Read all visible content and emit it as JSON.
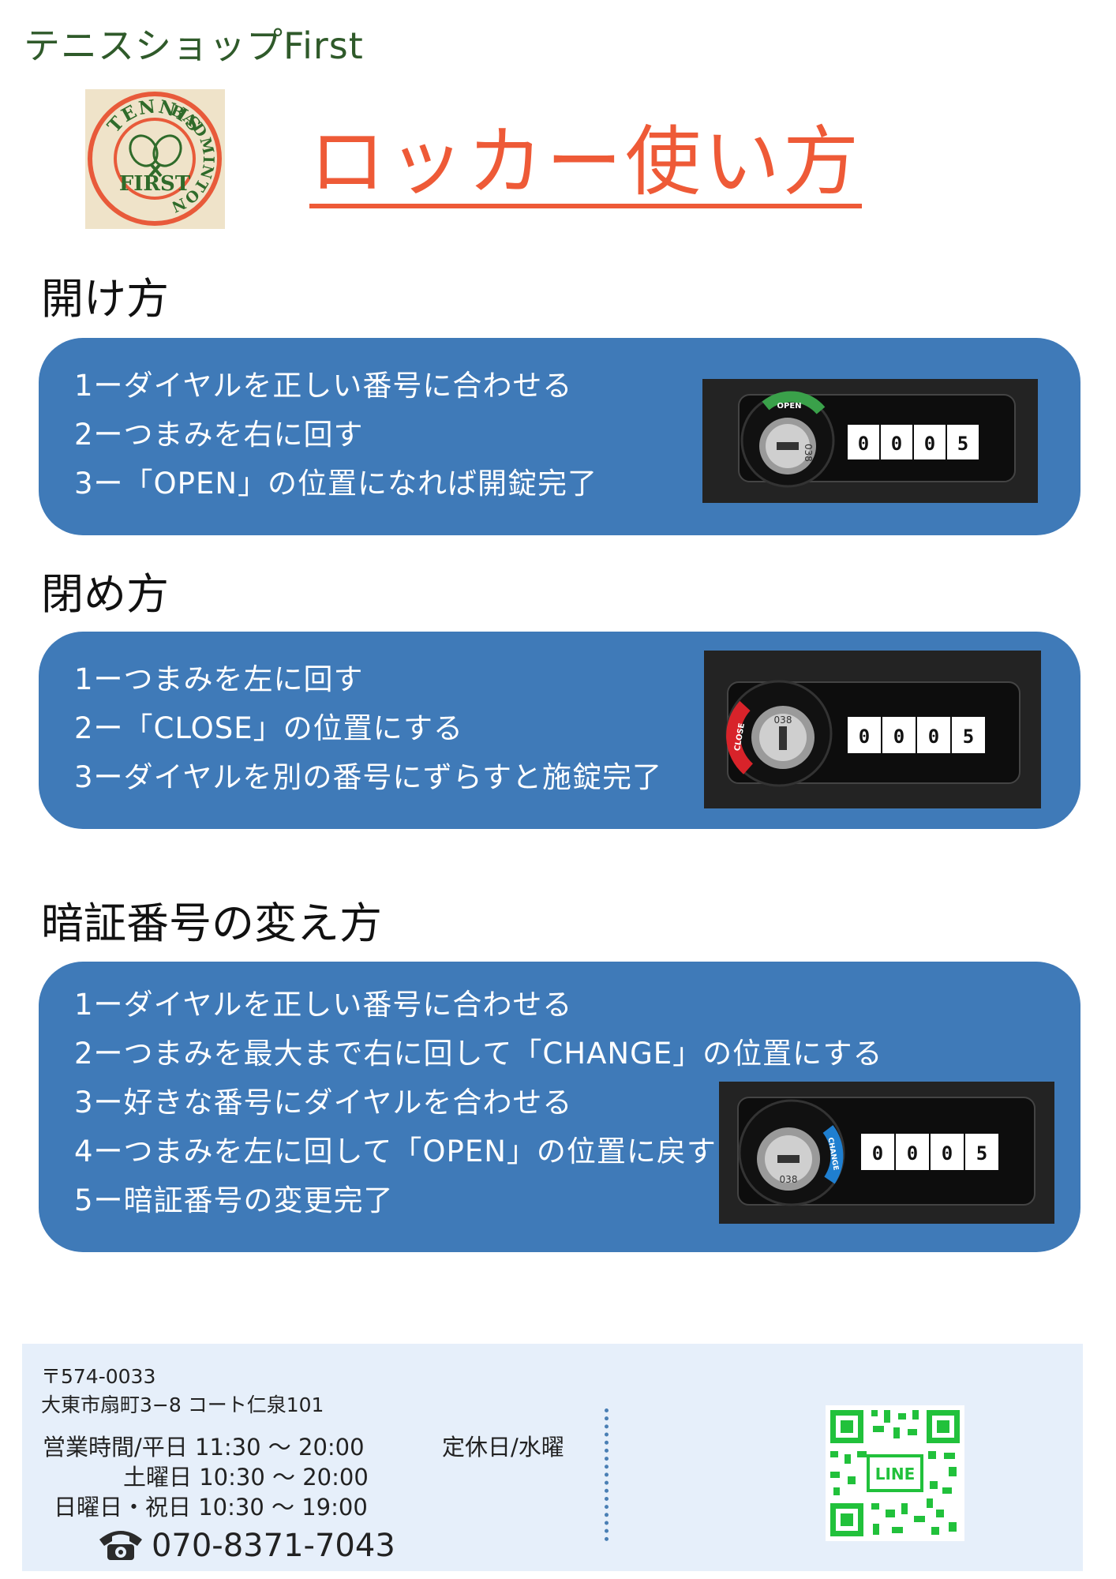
{
  "shop_name": "テニスショップFirst",
  "logo": {
    "top_text": "TENNIS",
    "side_text": "BADMINTON",
    "center_text": "FIRST",
    "colors": {
      "ring": "#e85a3a",
      "text": "#2f6b2a",
      "bg": "#efe3c9"
    }
  },
  "title": "ロッカー使い方",
  "sections": [
    {
      "heading": "開け方",
      "steps": [
        "1ーダイヤルを正しい番号に合わせる",
        "2ーつまみを右に回す",
        "3ー「OPEN」の位置になれば開錠完了"
      ],
      "image": {
        "label": "OPEN",
        "digits": [
          "0",
          "0",
          "0",
          "5"
        ],
        "key_number": "038",
        "label_color": "#3aa14a"
      }
    },
    {
      "heading": "閉め方",
      "steps": [
        "1ーつまみを左に回す",
        "2ー「CLOSE」の位置にする",
        "3ーダイヤルを別の番号にずらすと施錠完了"
      ],
      "image": {
        "label": "CLOSE",
        "digits": [
          "0",
          "0",
          "0",
          "5"
        ],
        "key_number": "038",
        "label_color": "#d8232a"
      }
    },
    {
      "heading": "暗証番号の変え方",
      "steps": [
        "1ーダイヤルを正しい番号に合わせる",
        "2ーつまみを最大まで右に回して「CHANGE」の位置にする",
        "3ー好きな番号にダイヤルを合わせる",
        "4ーつまみを左に回して「OPEN」の位置に戻す",
        "5ー暗証番号の変更完了"
      ],
      "image": {
        "label": "CHANGE",
        "digits": [
          "0",
          "0",
          "0",
          "5"
        ],
        "key_number": "038",
        "label_color": "#1f7fd0"
      }
    }
  ],
  "footer": {
    "postal": "〒574-0033",
    "address": "大東市扇町3−8 コート仁泉101",
    "hours_weekday": "営業時間/平日 11:30 〜 20:00",
    "hours_saturday": "土曜日 10:30 〜 20:00",
    "hours_sunday": "日曜日・祝日 10:30 〜 19:00",
    "closed": "定休日/水曜",
    "phone": "070-8371-7043",
    "qr_label": "LINE",
    "qr_color": "#21c13b"
  }
}
